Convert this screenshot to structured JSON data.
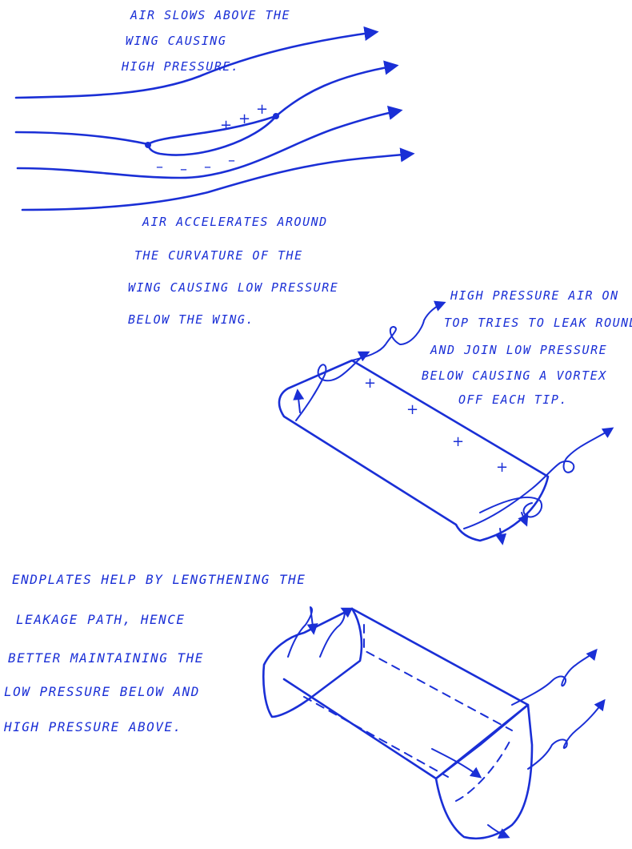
{
  "notes": {
    "top": [
      "AIR SLOWS ABOVE THE",
      "WING CAUSING",
      "HIGH PRESSURE."
    ],
    "middle": [
      "AIR ACCELERATES AROUND",
      "THE CURVATURE OF THE",
      "WING CAUSING LOW PRESSURE",
      "BELOW THE WING."
    ],
    "right": [
      "HIGH PRESSURE AIR ON",
      "TOP TRIES TO LEAK ROUND",
      "AND JOIN LOW PRESSURE",
      "BELOW CAUSING A VORTEX",
      "OFF EACH TIP."
    ],
    "bottom": [
      "ENDPLATES HELP BY LENGTHENING THE",
      "LEAKAGE PATH, HENCE",
      "BETTER MAINTAINING THE",
      "LOW PRESSURE BELOW AND",
      "HIGH PRESSURE ABOVE."
    ]
  },
  "symbols": {
    "plus": "+",
    "minus": "–"
  },
  "colors": {
    "ink": "#1a2fd6",
    "paper": "#ffffff"
  }
}
